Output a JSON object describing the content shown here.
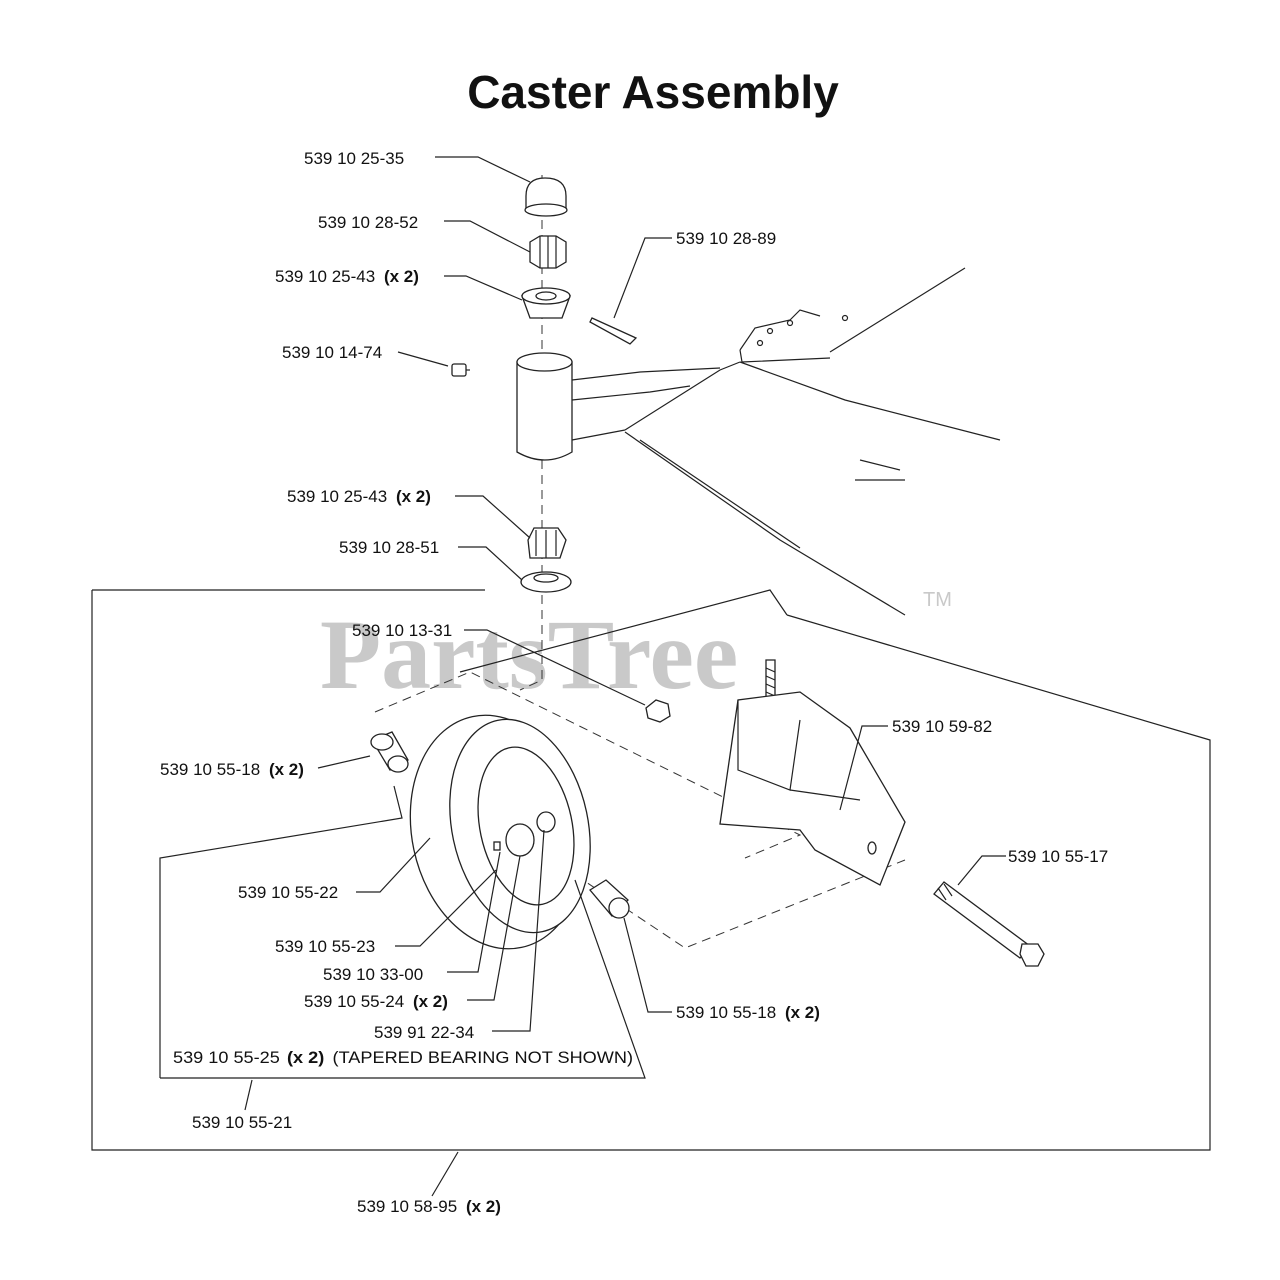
{
  "title": "Caster Assembly",
  "watermark": {
    "brand": "PartsTree",
    "mark": "TM"
  },
  "callouts": {
    "cap": {
      "number": "539 10 25-35",
      "qty": ""
    },
    "castle_nut": {
      "number": "539 10 28-52",
      "qty": ""
    },
    "bearing_top": {
      "number": "539 10 25-43",
      "qty": "(x 2)"
    },
    "cotter_pin": {
      "number": "539 10 28-89",
      "qty": ""
    },
    "grease_fitting": {
      "number": "539 10 14-74",
      "qty": ""
    },
    "bearing_bottom": {
      "number": "539 10 25-43",
      "qty": "(x 2)"
    },
    "seal": {
      "number": "539 10 28-51",
      "qty": ""
    },
    "nut": {
      "number": "539 10 13-31",
      "qty": ""
    },
    "fork": {
      "number": "539 10 59-82",
      "qty": ""
    },
    "spacer_left": {
      "number": "539 10 55-18",
      "qty": "(x 2)"
    },
    "bolt": {
      "number": "539 10 55-17",
      "qty": ""
    },
    "tire": {
      "number": "539 10 55-22",
      "qty": ""
    },
    "rim": {
      "number": "539 10 55-23",
      "qty": ""
    },
    "valve": {
      "number": "539 10 33-00",
      "qty": ""
    },
    "hub_bearing": {
      "number": "539 10 55-24",
      "qty": "(x 2)"
    },
    "hub_fitting": {
      "number": "539 91 22-34",
      "qty": ""
    },
    "spacer_right": {
      "number": "539 10 55-18",
      "qty": "(x 2)"
    },
    "tapered_bearing": {
      "number": "539 10 55-25",
      "qty": "(x 2)",
      "note": "(TAPERED BEARING NOT SHOWN)"
    },
    "wheel_assembly": {
      "number": "539 10 55-21",
      "qty": ""
    },
    "caster_assembly": {
      "number": "539 10 58-95",
      "qty": "(x 2)"
    }
  }
}
